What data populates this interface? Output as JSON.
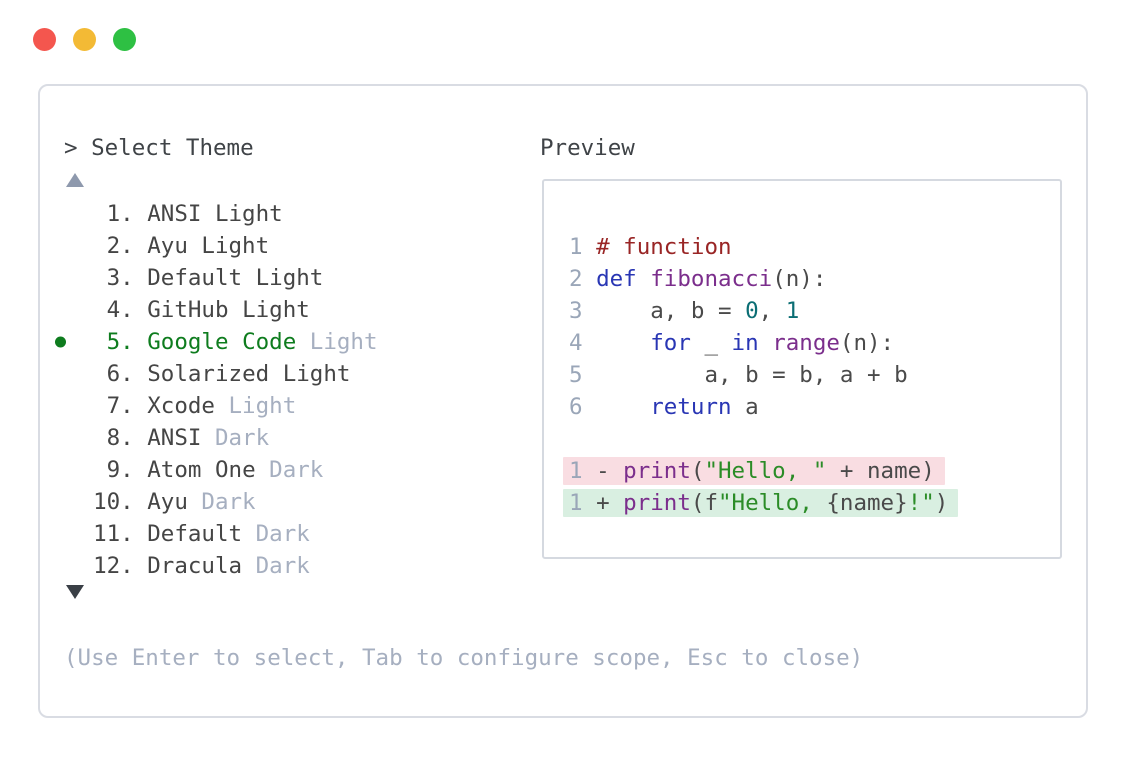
{
  "window": {
    "traffic_lights": [
      {
        "name": "close",
        "color": "#f4564e"
      },
      {
        "name": "minimize",
        "color": "#f3ba35"
      },
      {
        "name": "zoom",
        "color": "#2ec043"
      }
    ]
  },
  "picker": {
    "prompt": "> Select Theme",
    "scroll_up_icon": "triangle-up",
    "scroll_down_icon": "triangle-down",
    "items": [
      {
        "number": "1.",
        "name": "ANSI",
        "variant": "Light",
        "variant_muted": false,
        "selected": false
      },
      {
        "number": "2.",
        "name": "Ayu",
        "variant": "Light",
        "variant_muted": false,
        "selected": false
      },
      {
        "number": "3.",
        "name": "Default",
        "variant": "Light",
        "variant_muted": false,
        "selected": false
      },
      {
        "number": "4.",
        "name": "GitHub",
        "variant": "Light",
        "variant_muted": false,
        "selected": false
      },
      {
        "number": "5.",
        "name": "Google Code",
        "variant": "Light",
        "variant_muted": true,
        "selected": true
      },
      {
        "number": "6.",
        "name": "Solarized",
        "variant": "Light",
        "variant_muted": false,
        "selected": false
      },
      {
        "number": "7.",
        "name": "Xcode",
        "variant": "Light",
        "variant_muted": true,
        "selected": false
      },
      {
        "number": "8.",
        "name": "ANSI",
        "variant": "Dark",
        "variant_muted": true,
        "selected": false
      },
      {
        "number": "9.",
        "name": "Atom One",
        "variant": "Dark",
        "variant_muted": true,
        "selected": false
      },
      {
        "number": "10.",
        "name": "Ayu",
        "variant": "Dark",
        "variant_muted": true,
        "selected": false
      },
      {
        "number": "11.",
        "name": "Default",
        "variant": "Dark",
        "variant_muted": true,
        "selected": false
      },
      {
        "number": "12.",
        "name": "Dracula",
        "variant": "Dark",
        "variant_muted": true,
        "selected": false
      }
    ],
    "footer": "(Use Enter to select, Tab to configure scope, Esc to close)"
  },
  "preview": {
    "label": "Preview",
    "lines": [
      {
        "num": "1",
        "tokens": [
          [
            "com",
            "# function"
          ]
        ]
      },
      {
        "num": "2",
        "tokens": [
          [
            "kw",
            "def"
          ],
          [
            "pln",
            " "
          ],
          [
            "fn",
            "fibonacci"
          ],
          [
            "pln",
            "(n):"
          ]
        ]
      },
      {
        "num": "3",
        "tokens": [
          [
            "pln",
            "    a, b = "
          ],
          [
            "lit",
            "0"
          ],
          [
            "pln",
            ", "
          ],
          [
            "lit",
            "1"
          ]
        ]
      },
      {
        "num": "4",
        "tokens": [
          [
            "pln",
            "    "
          ],
          [
            "kw",
            "for"
          ],
          [
            "pln",
            " _ "
          ],
          [
            "kw",
            "in"
          ],
          [
            "pln",
            " "
          ],
          [
            "fn",
            "range"
          ],
          [
            "pln",
            "(n):"
          ]
        ]
      },
      {
        "num": "5",
        "tokens": [
          [
            "pln",
            "        a, b = b, a + b"
          ]
        ]
      },
      {
        "num": "6",
        "tokens": [
          [
            "pln",
            "    "
          ],
          [
            "kw",
            "return"
          ],
          [
            "pln",
            " a"
          ]
        ]
      },
      {
        "blank": true
      },
      {
        "num": "1",
        "diff": "removed",
        "tokens": [
          [
            "pln",
            "- "
          ],
          [
            "fn",
            "print"
          ],
          [
            "pln",
            "("
          ],
          [
            "str",
            "\"Hello, \""
          ],
          [
            "pln",
            " + name)"
          ]
        ]
      },
      {
        "num": "1",
        "diff": "added",
        "tokens": [
          [
            "pln",
            "+ "
          ],
          [
            "fn",
            "print"
          ],
          [
            "pln",
            "(f"
          ],
          [
            "str",
            "\"Hello, "
          ],
          [
            "pln",
            "{name}"
          ],
          [
            "str",
            "!\""
          ],
          [
            "pln",
            ")"
          ]
        ]
      }
    ],
    "syntax_colors": {
      "keyword": "#2936b4",
      "function": "#7b2e8c",
      "literal": "#0b6e74",
      "comment": "#992525",
      "string": "#2b8c27",
      "plain": "#4a4a4a",
      "line_number": "#9aa6b8",
      "diff_removed_bg": "#f9dde2",
      "diff_added_bg": "#d9efe1"
    }
  },
  "colors": {
    "selected_green": "#0e7c1e",
    "item_text": "#454545",
    "muted_text": "#a6afc0",
    "panel_border": "#d9dce3",
    "scroll_up": "#8e99ad",
    "scroll_down": "#3a3f46"
  }
}
